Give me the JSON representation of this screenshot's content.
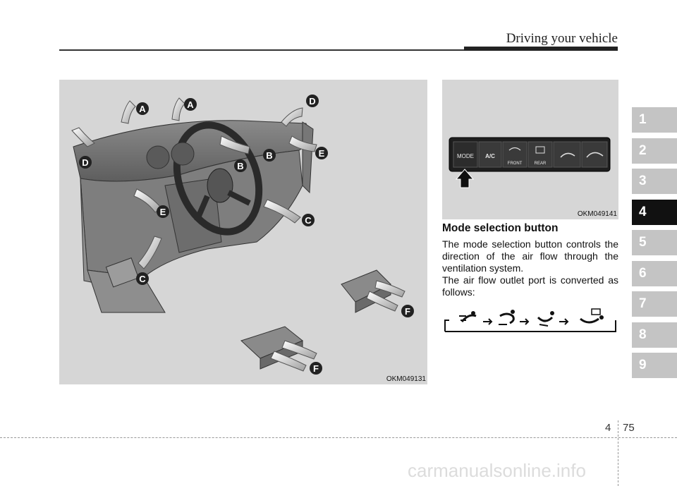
{
  "header": {
    "title": "Driving your vehicle"
  },
  "chapter_tabs": [
    "1",
    "2",
    "3",
    "4",
    "5",
    "6",
    "7",
    "8",
    "9"
  ],
  "active_chapter": "4",
  "figures": {
    "main_code": "OKM049131",
    "panel_code": "OKM049141",
    "outlet_labels": {
      "a": "A",
      "b": "B",
      "c": "C",
      "d": "D",
      "e": "E",
      "f": "F"
    },
    "panel_buttons": {
      "mode": "MODE",
      "ac": "A/C",
      "front": "FRONT",
      "rear": "REAR"
    }
  },
  "section": {
    "heading": "Mode selection button",
    "paragraph1": "The mode selection button controls the direction of the air flow through the ventilation system.",
    "paragraph2": "The air flow outlet port is converted as follows:"
  },
  "footer": {
    "chapter": "4",
    "page": "75",
    "watermark": "carmanualsonline.info"
  },
  "colors": {
    "active_tab": "#111111",
    "inactive_tab": "#c4c4c4",
    "figure_bg": "#d6d6d6"
  }
}
